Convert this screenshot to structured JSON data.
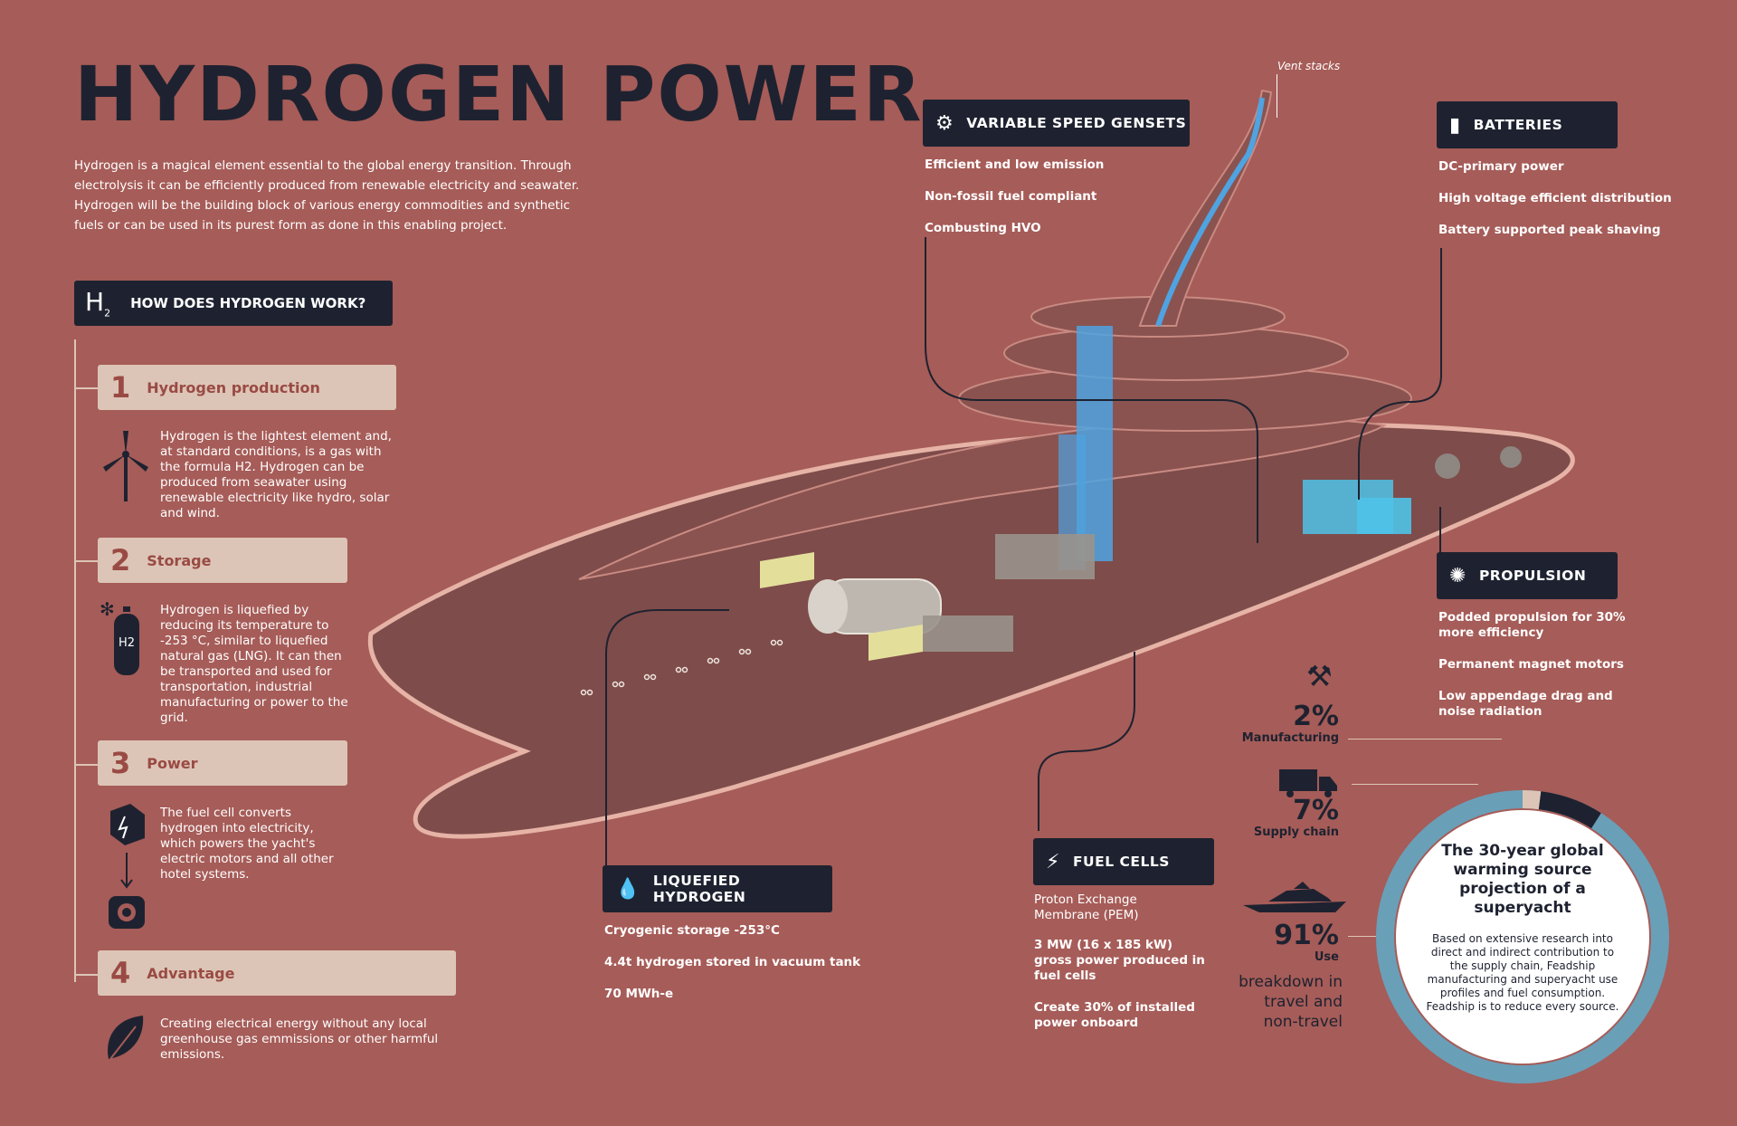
{
  "title": "HYDROGEN POWER",
  "intro": "Hydrogen is a magical element essential to the global energy transition. Through electrolysis it can be efficiently produced from renewable electricity and seawater. Hydrogen will be the building block of various energy commodities and synthetic fuels or can be used in its purest form as done in this enabling project.",
  "how": {
    "icon": "H",
    "icon_sub": "2",
    "title": "HOW DOES HYDROGEN WORK?"
  },
  "steps": [
    {
      "num": "1",
      "title": "Hydrogen production",
      "icon": "wind-turbine-icon",
      "desc": "Hydrogen is the lightest element and, at standard conditions, is a gas with the formula H2. Hydrogen can be produced from seawater using renewable electricity like hydro, solar and wind."
    },
    {
      "num": "2",
      "title": "Storage",
      "icon": "hydrogen-tank-icon",
      "tank_label": "H2",
      "desc": "Hydrogen is liquefied by reducing its temperature to -253 °C, similar to liquefied natural gas (LNG). It can then be transported and used for transportation, industrial manufacturing or power to the grid."
    },
    {
      "num": "3",
      "title": "Power",
      "icon": "fuel-cell-icon",
      "desc": "The fuel cell converts hydrogen into electricity, which powers the yacht's electric motors and all other hotel systems."
    },
    {
      "num": "4",
      "title": "Advantage",
      "icon": "leaf-icon",
      "desc": "Creating electrical energy without any local greenhouse gas emmissions or other harmful emissions."
    }
  ],
  "vent_stacks": "Vent stacks",
  "gensets": {
    "title": "VARIABLE SPEED GENSETS",
    "icon": "gears-icon",
    "bullets": [
      "Efficient and low emission",
      "Non-fossil fuel compliant",
      "Combusting HVO"
    ]
  },
  "batteries": {
    "title": "BATTERIES",
    "icon": "battery-icon",
    "bullets": [
      "DC-primary power",
      "High voltage efficient distribution",
      "Battery supported peak shaving"
    ]
  },
  "propulsion": {
    "title": "PROPULSION",
    "icon": "propeller-icon",
    "bullets": [
      "Podded propulsion for 30% more efficiency",
      "Permanent magnet motors",
      "Low appendage drag and noise radiation"
    ]
  },
  "liquefied": {
    "title": "LIQUEFIED HYDROGEN",
    "icon": "droplet-icon",
    "bullets": [
      "Cryogenic storage -253°C",
      "4.4t hydrogen stored in vacuum tank",
      "70 MWh-e"
    ]
  },
  "fuel_cells": {
    "title": "FUEL CELLS",
    "icon": "lightning-icon",
    "subtitle": "Proton Exchange Membrane (PEM)",
    "bullets": [
      "3 MW (16 x 185 kW) gross power produced in fuel cells",
      "Create 30% of installed power onboard"
    ]
  },
  "stats": [
    {
      "value": "2%",
      "label": "Manufacturing",
      "icon": "tools-icon",
      "pct": 0.02
    },
    {
      "value": "7%",
      "label": "Supply chain",
      "icon": "truck-icon",
      "pct": 0.07
    },
    {
      "value": "91%",
      "label": "Use",
      "icon": "yacht-icon",
      "pct": 0.91
    }
  ],
  "breakdown_note": "breakdown in travel and non-travel",
  "circle": {
    "title": "The 30-year global warming source projection of a superyacht",
    "text": "Based on extensive research into direct and indirect contribution to the supply chain, Feadship manufacturing and superyacht use profiles and fuel consumption. Feadship is to reduce every source."
  },
  "colors": {
    "background": "#a65c58",
    "navy": "#1e2230",
    "beige": "#dcc5b6",
    "hydrogen_blue": "#4fa3e0",
    "ring_blue": "#6a9fb8"
  }
}
